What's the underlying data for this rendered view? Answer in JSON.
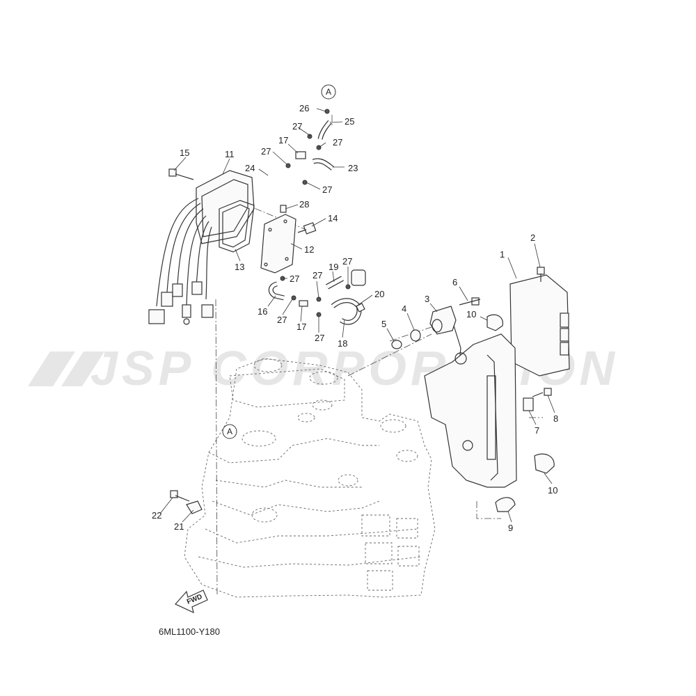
{
  "diagram": {
    "watermark": "JSP CORPORATION",
    "diagram_code": "6ML1100-Y180",
    "fwd_label": "FWD",
    "reference_mark": "A",
    "callouts": [
      {
        "id": "c1",
        "label": "1"
      },
      {
        "id": "c2",
        "label": "2"
      },
      {
        "id": "c3",
        "label": "3"
      },
      {
        "id": "c4",
        "label": "4"
      },
      {
        "id": "c5",
        "label": "5"
      },
      {
        "id": "c6",
        "label": "6"
      },
      {
        "id": "c7",
        "label": "7"
      },
      {
        "id": "c8",
        "label": "8"
      },
      {
        "id": "c9",
        "label": "9"
      },
      {
        "id": "c10a",
        "label": "10"
      },
      {
        "id": "c10b",
        "label": "10"
      },
      {
        "id": "c11",
        "label": "11"
      },
      {
        "id": "c12",
        "label": "12"
      },
      {
        "id": "c13",
        "label": "13"
      },
      {
        "id": "c14",
        "label": "14"
      },
      {
        "id": "c15",
        "label": "15"
      },
      {
        "id": "c16",
        "label": "16"
      },
      {
        "id": "c17a",
        "label": "17"
      },
      {
        "id": "c17b",
        "label": "17"
      },
      {
        "id": "c18",
        "label": "18"
      },
      {
        "id": "c19",
        "label": "19"
      },
      {
        "id": "c20",
        "label": "20"
      },
      {
        "id": "c21",
        "label": "21"
      },
      {
        "id": "c22",
        "label": "22"
      },
      {
        "id": "c23",
        "label": "23"
      },
      {
        "id": "c24",
        "label": "24"
      },
      {
        "id": "c25",
        "label": "25"
      },
      {
        "id": "c26",
        "label": "26"
      },
      {
        "id": "c27a",
        "label": "27"
      },
      {
        "id": "c27b",
        "label": "27"
      },
      {
        "id": "c27c",
        "label": "27"
      },
      {
        "id": "c27d",
        "label": "27"
      },
      {
        "id": "c27e",
        "label": "27"
      },
      {
        "id": "c27f",
        "label": "27"
      },
      {
        "id": "c27g",
        "label": "27"
      },
      {
        "id": "c27h",
        "label": "27"
      },
      {
        "id": "c28",
        "label": "28"
      }
    ]
  }
}
